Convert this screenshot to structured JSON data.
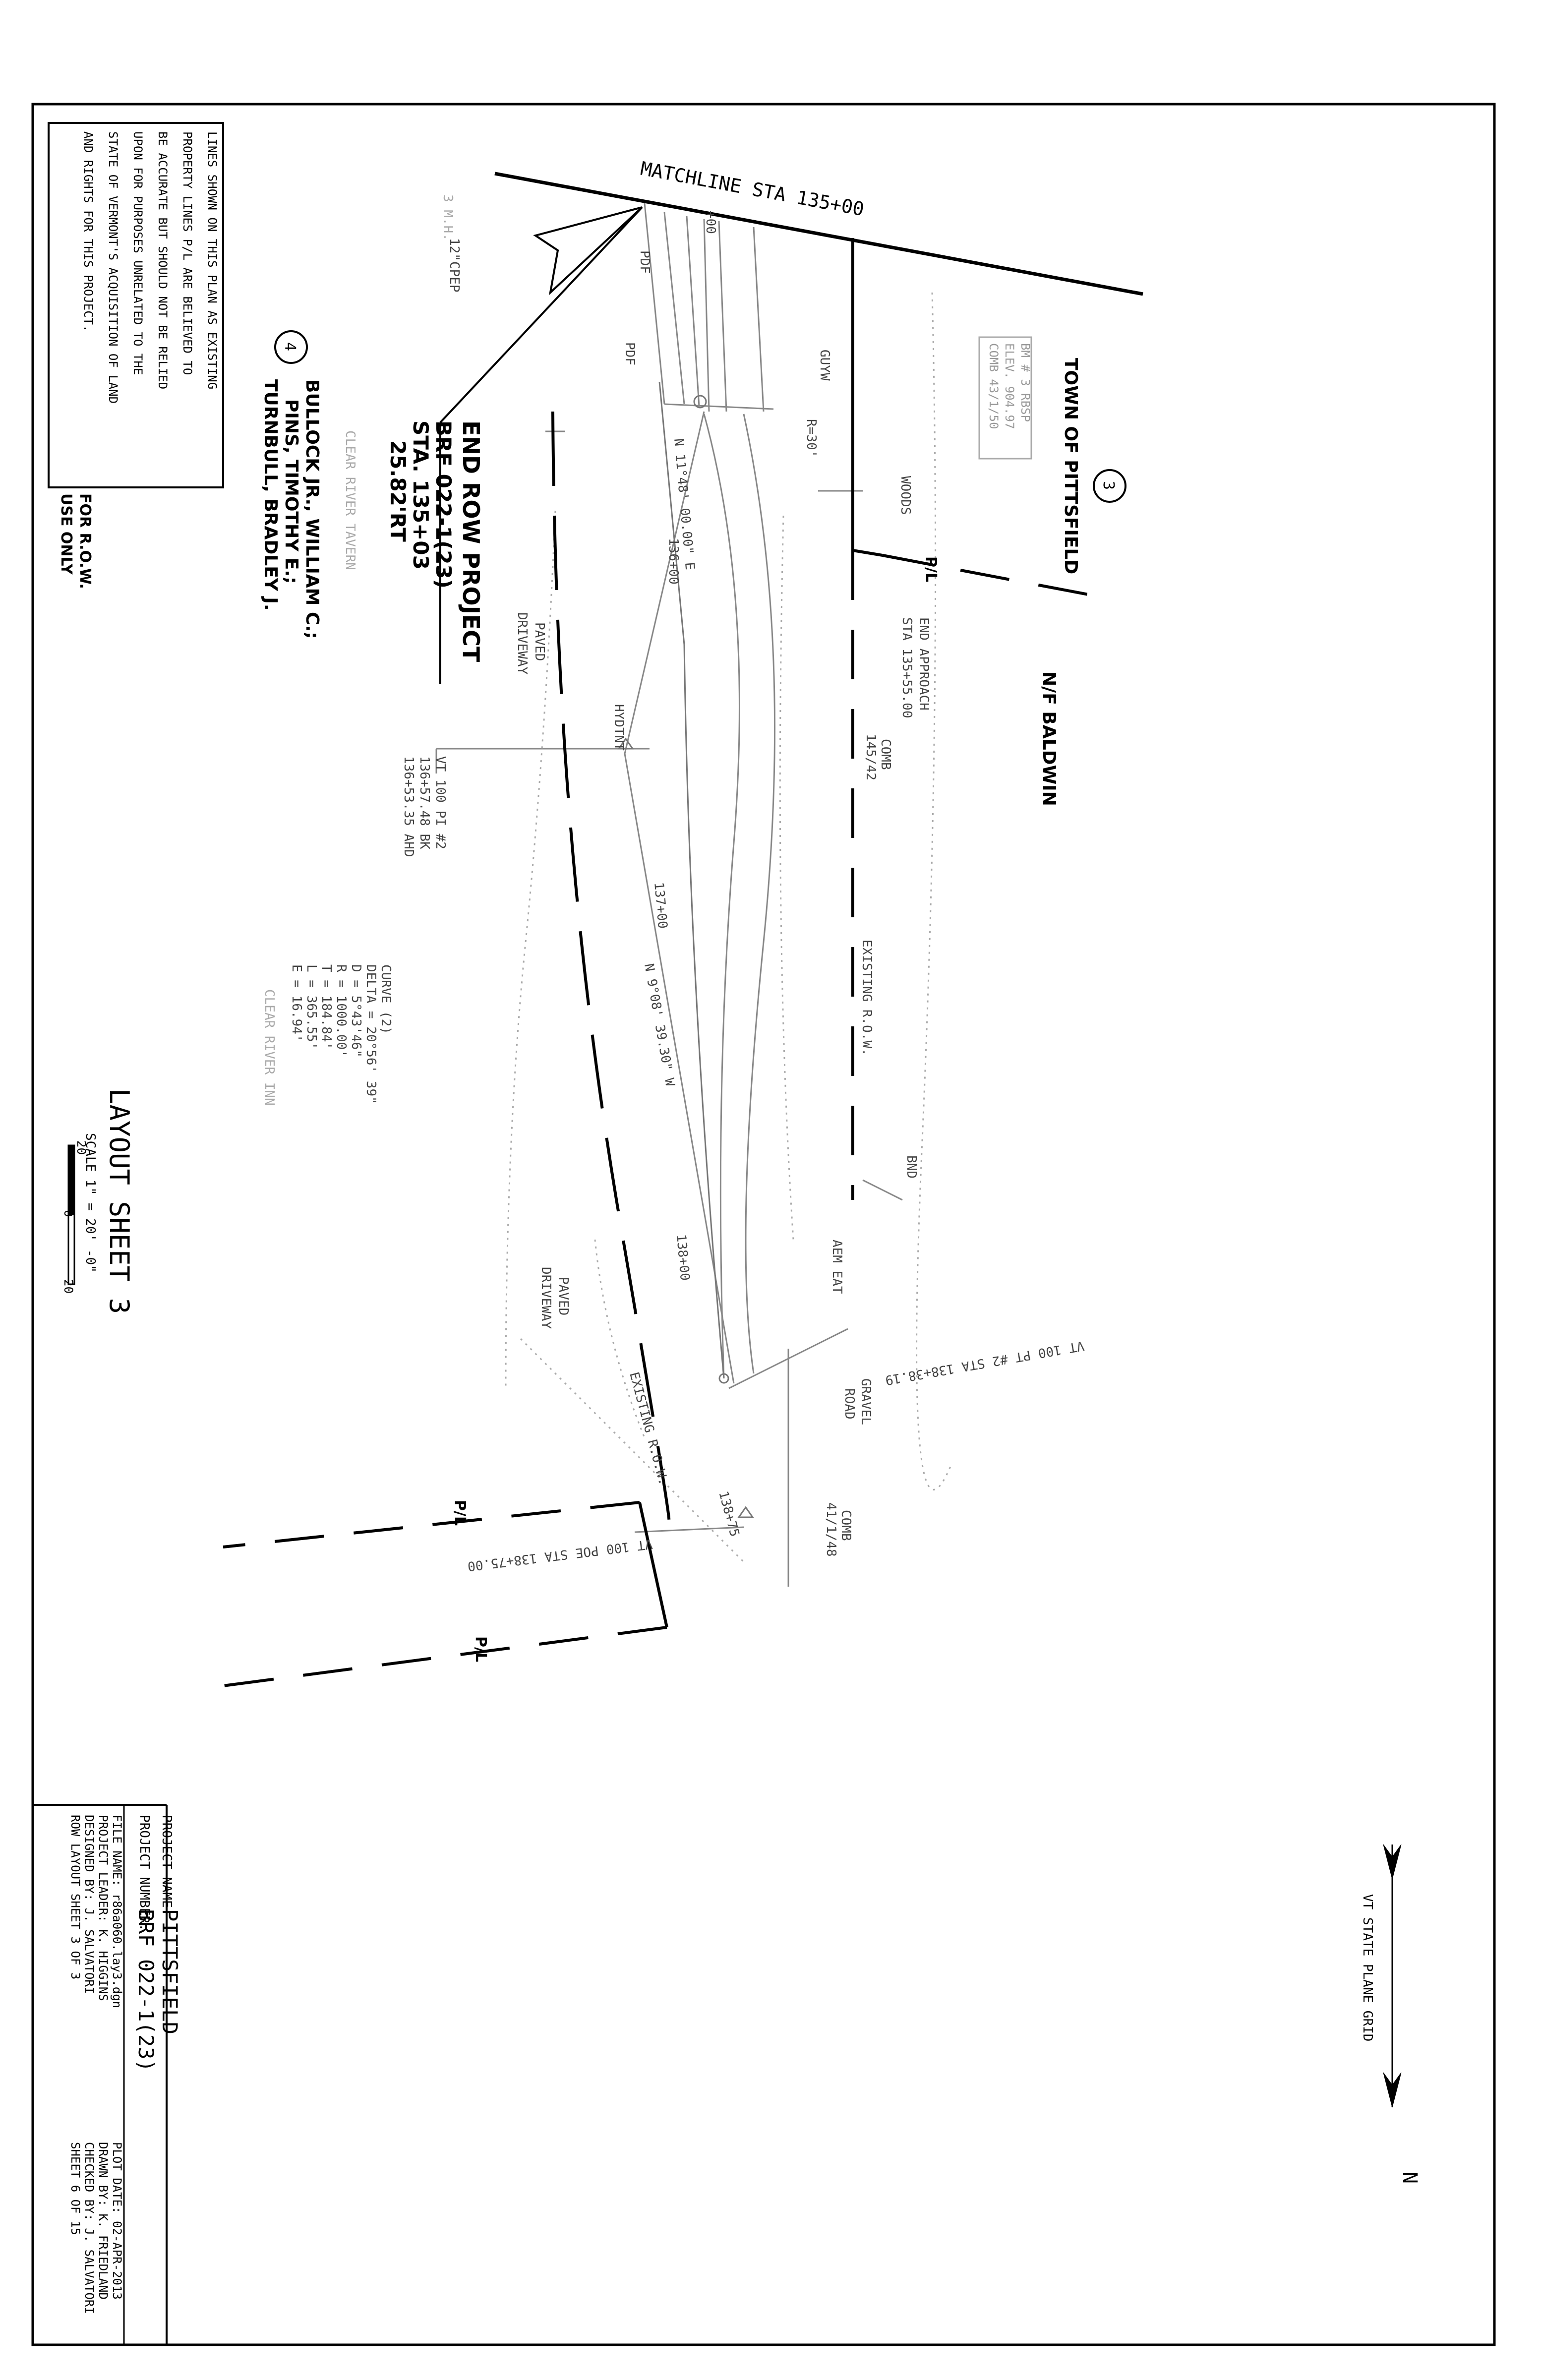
{
  "notes": {
    "property_disclaimer": [
      "LINES SHOWN ON THIS PLAN AS EXISTING",
      "PROPERTY LINES P/L ARE BELIEVED TO",
      "BE ACCURATE BUT SHOULD NOT BE RELIED",
      "UPON FOR PURPOSES UNRELATED TO THE",
      "STATE OF VERMONT'S ACQUISITION OF LAND",
      "AND RIGHTS FOR THIS PROJECT."
    ],
    "row_use": [
      "FOR R.O.W.",
      "USE ONLY"
    ]
  },
  "matchline": "MATCHLINE  STA 135+00",
  "owners": {
    "parcel3_number": "3",
    "parcel3_name": "TOWN OF PITTSFIELD",
    "nf_baldwin": "N/F BALDWIN",
    "parcel4_number": "4",
    "parcel4_names": [
      "BULLOCK JR., WILLIAM C.;",
      "PINS, TIMOTHY E.;",
      "TURNBULL, BRADLEY J."
    ]
  },
  "end_row": {
    "title": "END ROW PROJECT",
    "project": "BRF 022-1(23)",
    "station": "STA. 135+03",
    "offset": "25.82'RT"
  },
  "benchmark": [
    "BM # 3 RBSP",
    "ELEV. 904.97",
    "COMB 43/1/50"
  ],
  "annotations": {
    "end_approach": [
      "END APPROACH",
      "STA 135+55.00"
    ],
    "pi": [
      "VT 100 PI #2",
      "136+57.48 BK",
      "136+53.35 AHD"
    ],
    "curve": [
      "CURVE (2)",
      "DELTA = 20°56' 39\"",
      "D = 5°43'46\"",
      "R = 1000.00'",
      "T = 184.84'",
      "L = 365.55'",
      "E = 16.94'"
    ],
    "pt": "VT 100 PT #2  STA 138+38.19",
    "poe": "VT 100 POE  STA 138+75.00",
    "bearing1": "N 11°48' 00.00\" E",
    "bearing2": "N 9°08' 39.30\" W",
    "existing_row1": "EXISTING R.O.W.",
    "existing_row2": "EXISTING R.O.W.",
    "stations": [
      "136+00",
      "137+00",
      "138+00",
      "138+75"
    ],
    "radius": "R=30'",
    "pl": "P/L",
    "pdf": "PDF",
    "gdy": "GUYW",
    "woods": "WOODS",
    "paved_driveway": [
      "PAVED",
      "DRIVEWAY"
    ],
    "gravel_road": [
      "GRAVEL",
      "ROAD"
    ],
    "clear_river_tavern": "CLEAR RIVER TAVERN",
    "clear_river_inn": "CLEAR RIVER INN",
    "comb1": [
      "COMB",
      "145/42"
    ],
    "comb2": [
      "COMB",
      "41/1/48"
    ],
    "bnd": "BND",
    "aem": "AEM EAT",
    "hydrant": "HYDTNT",
    "cpep": "12\"CPEP",
    "sta00": "+00",
    "smh": "3 M.H."
  },
  "layout_title": {
    "title": "LAYOUT SHEET 3",
    "scale": "SCALE 1\" = 20' -0\"",
    "scale_ticks": [
      "20",
      "0",
      "20"
    ]
  },
  "north": {
    "grid_label": "VT STATE PLANE GRID",
    "arrow": "N"
  },
  "title_block": {
    "project_name_label": "PROJECT NAME:",
    "project_name": "PITTSFIELD",
    "project_number_label": "PROJECT NUMBER:",
    "project_number": "BRF 022-1(23)",
    "file_name": "FILE NAME: r86a060.lay3.dgn",
    "project_leader": "PROJECT LEADER: K. HIGGINS",
    "designed_by": "DESIGNED BY:    J. SALVATORI",
    "sheet_name": "ROW LAYOUT SHEET 3 OF 3",
    "plot_date": "PLOT DATE:  02-APR-2013",
    "drawn_by": "DRAWN BY:   K. FRIEDLAND",
    "checked_by": "CHECKED BY: J. SALVATORI",
    "sheet": "SHEET   6   OF   15"
  }
}
